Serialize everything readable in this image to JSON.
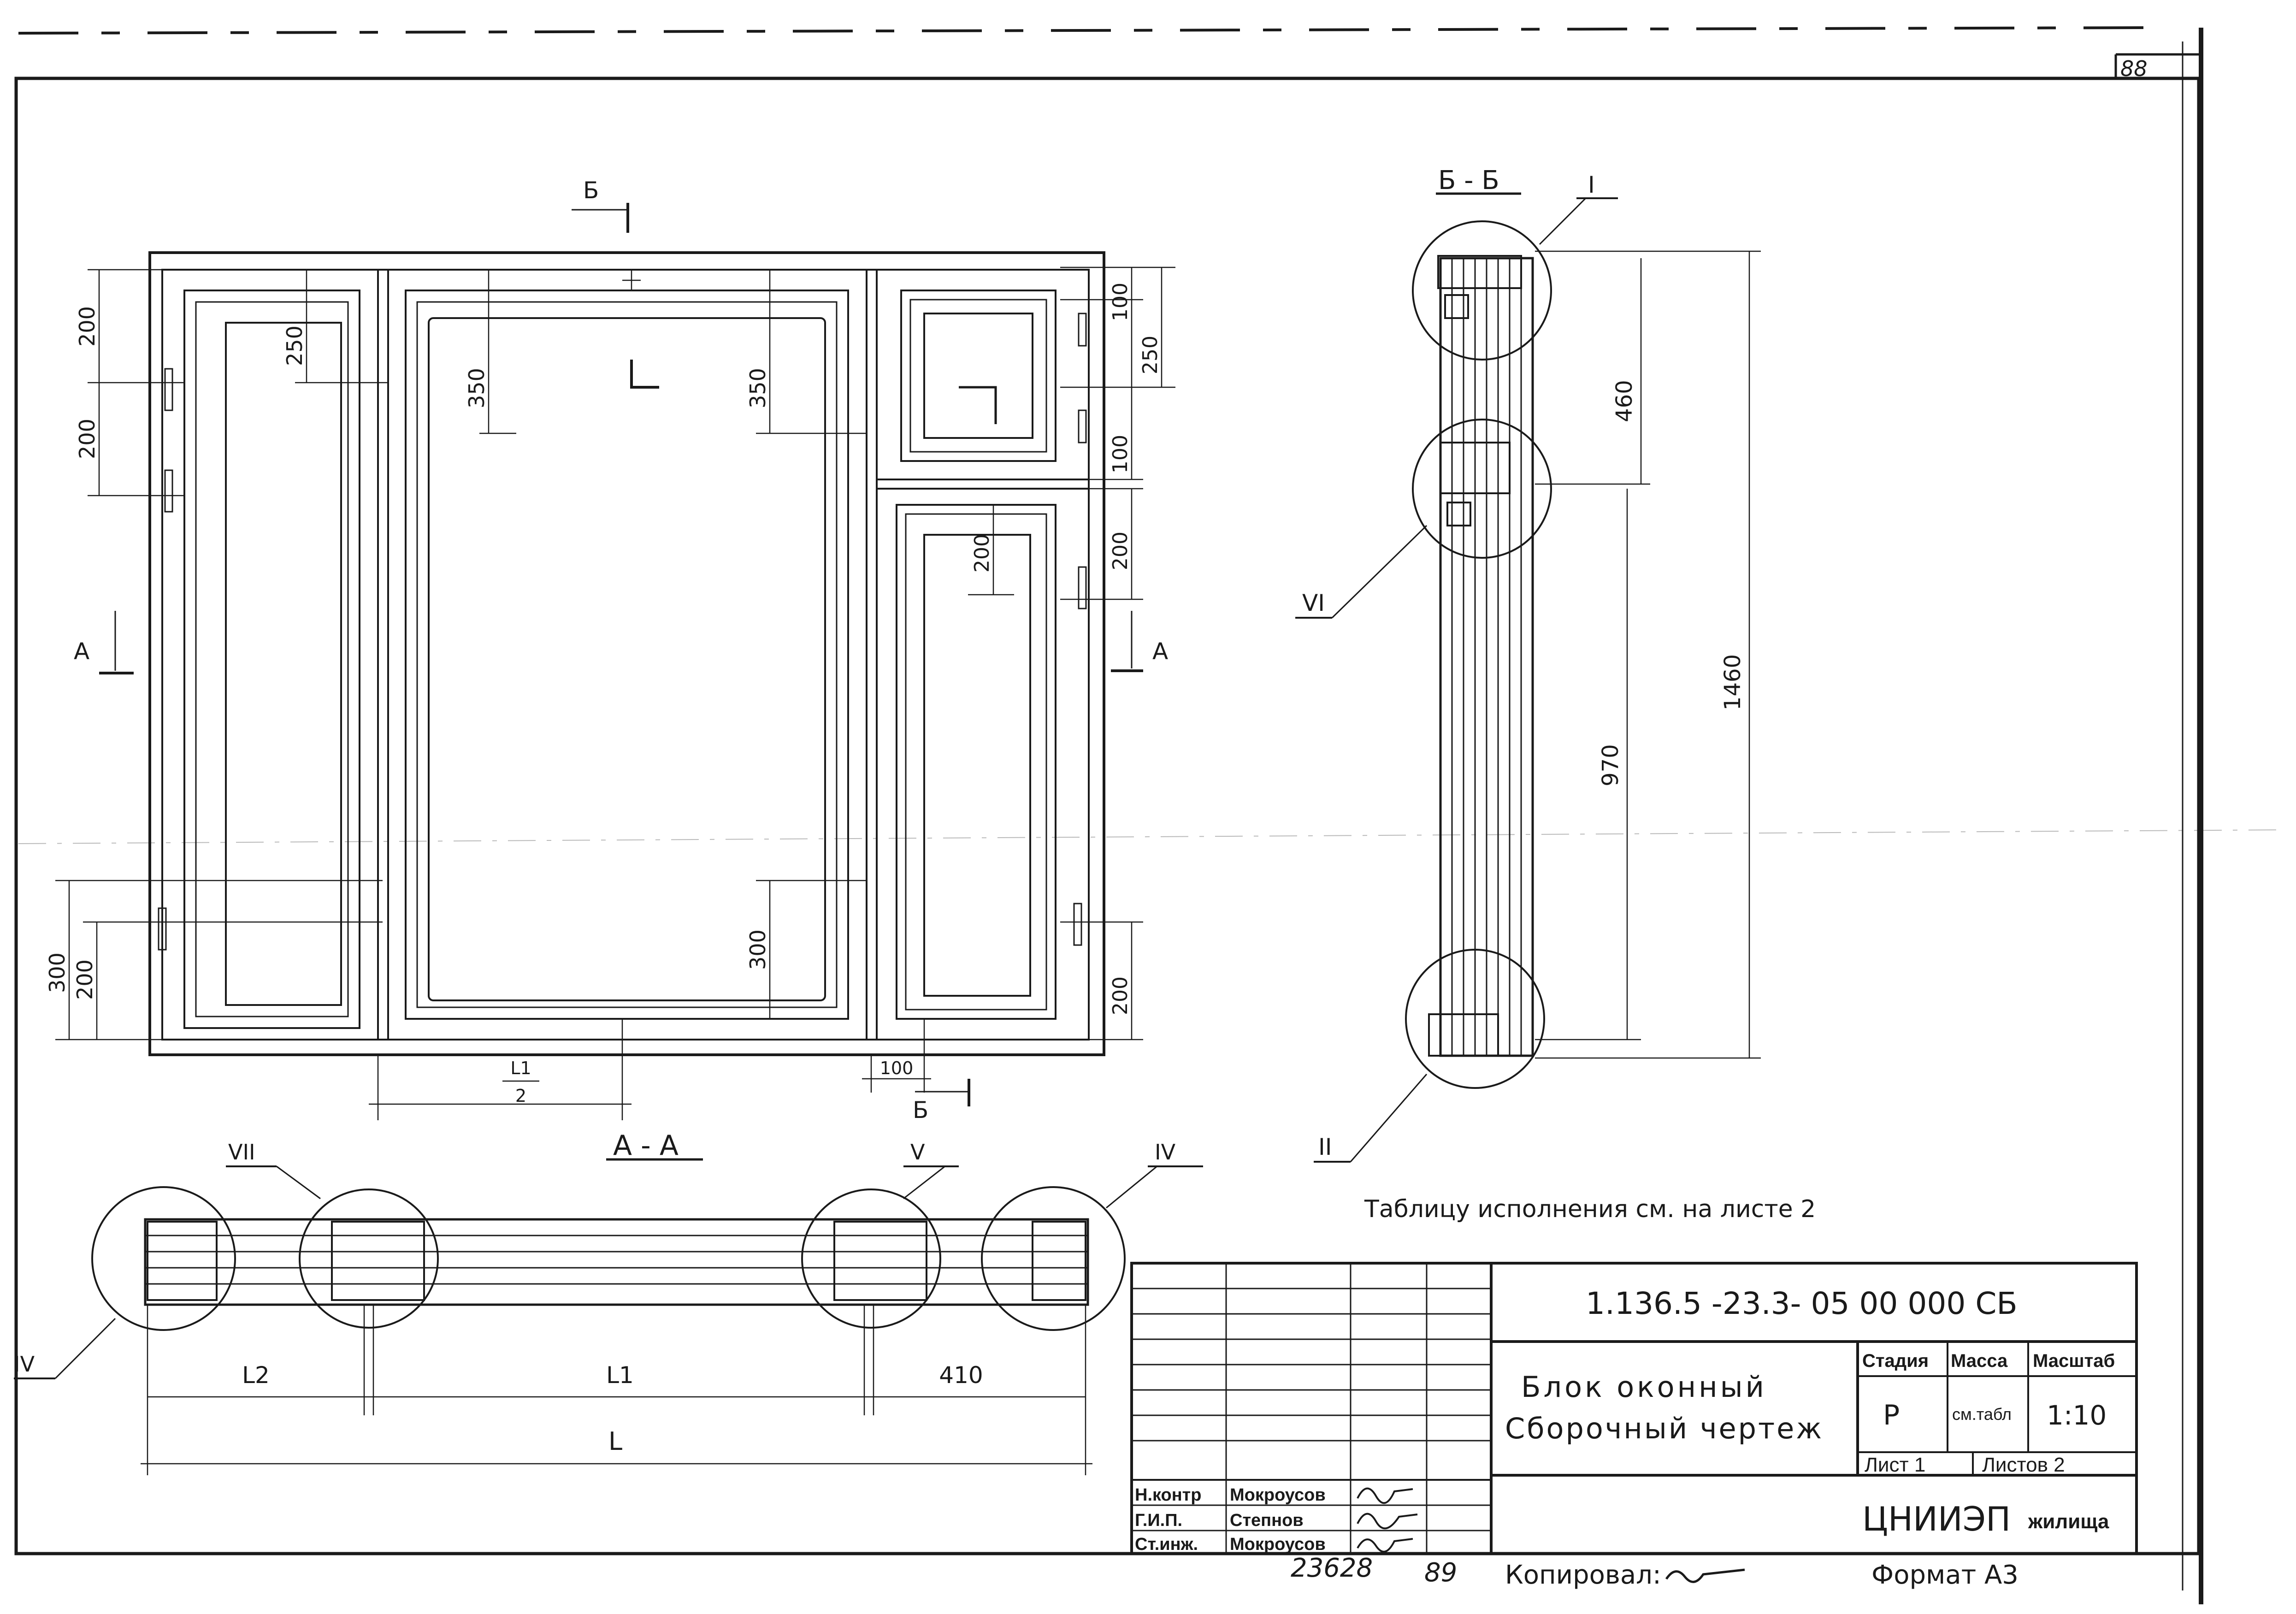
{
  "sheet": {
    "corner_number": "88",
    "format_label": "Формат А3",
    "copied_label": "Копировал:",
    "inventory_number": "23628",
    "inventory_suffix": "89"
  },
  "views": {
    "section_bb_label": "Б - Б",
    "section_aa_label": "А - А",
    "cut_marker_b": "Б",
    "cut_marker_a": "А",
    "callouts": [
      "I",
      "II",
      "IV",
      "V",
      "VI",
      "VII"
    ],
    "note": "Таблицу исполнения см. на листе 2"
  },
  "dimensions": {
    "elevation": {
      "left_hinges": [
        "200",
        "200"
      ],
      "left_bottom": [
        "300",
        "200"
      ],
      "leaf1_top": "250",
      "leaf2_top_left": "350",
      "leaf2_top_right": "350",
      "leaf2_bottom": "300",
      "transom_right": [
        "100",
        "250",
        "100"
      ],
      "leaf3_top": "200",
      "right_hinge": "200",
      "right_bottom": "200",
      "half_span_num": "L1",
      "half_span_den": "2",
      "bottom_100": "100"
    },
    "section_bb": {
      "upper": "460",
      "lower": "970",
      "overall": "1460"
    },
    "section_aa": {
      "l2": "L2",
      "l1": "L1",
      "right": "410",
      "overall": "L"
    }
  },
  "title_block": {
    "designation": "1.136.5 -23.3- 05 00 000 СБ",
    "name_line1": "Блок оконный",
    "name_line2": "Сборочный чертеж",
    "headers": {
      "stage": "Стадия",
      "mass": "Масса",
      "scale": "Масштаб"
    },
    "values": {
      "stage": "Р",
      "mass": "см.табл",
      "scale": "1:10"
    },
    "sheet_label": "Лист 1",
    "sheets_label": "Листов 2",
    "organization": "ЦНИИЭП",
    "organization_suffix": "жилища",
    "signatures": [
      {
        "role": "Н.контр",
        "name": "Мокроусов"
      },
      {
        "role": "Г.И.П.",
        "name": "Степнов"
      },
      {
        "role": "Ст.инж.",
        "name": "Мокроусов"
      }
    ]
  }
}
